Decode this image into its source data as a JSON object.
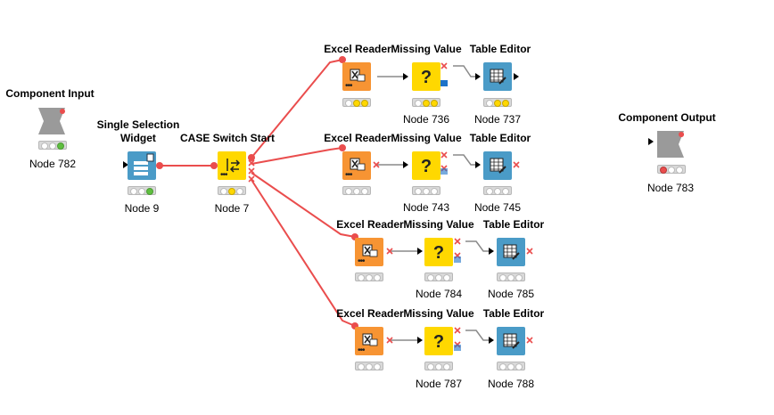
{
  "canvas": {
    "colors": {
      "flow_variable": "#ea4d4d",
      "data": "#8a8a8a",
      "orange": "#f79433",
      "yellow": "#ffd800",
      "blue": "#4a9bc7",
      "gray": "#9a9a9a"
    }
  },
  "nodes": {
    "component_input": {
      "title": "Component Input",
      "label": "Node 782",
      "status": [
        "off",
        "off",
        "green"
      ]
    },
    "single_selection": {
      "title_line1": "Single Selection",
      "title_line2": "Widget",
      "label": "Node 9",
      "status": [
        "off",
        "off",
        "green"
      ]
    },
    "case_switch": {
      "title": "CASE Switch Start",
      "label": "Node 7",
      "status": [
        "off",
        "yellow",
        "off"
      ]
    },
    "component_output": {
      "title": "Component Output",
      "label": "Node 783",
      "status": [
        "red",
        "off",
        "off"
      ]
    },
    "rows": [
      {
        "reader_title": "Excel Reader",
        "missing_title": "Missing Value",
        "editor_title": "Table Editor",
        "reader_label": "",
        "missing_label": "Node 736",
        "editor_label": "Node 737",
        "reader_status": [
          "off",
          "yellow",
          "yellow"
        ],
        "missing_status": [
          "off",
          "yellow",
          "yellow"
        ],
        "editor_status": [
          "off",
          "yellow",
          "yellow"
        ]
      },
      {
        "reader_title": "Excel Reader",
        "missing_title": "Missing Value",
        "editor_title": "Table Editor",
        "reader_label": "",
        "missing_label": "Node 743",
        "editor_label": "Node 745",
        "reader_status": [
          "off",
          "off",
          "off"
        ],
        "missing_status": [
          "off",
          "off",
          "off"
        ],
        "editor_status": [
          "off",
          "off",
          "off"
        ]
      },
      {
        "reader_title": "Excel Reader",
        "missing_title": "Missing Value",
        "editor_title": "Table Editor",
        "reader_label": "",
        "missing_label": "Node 784",
        "editor_label": "Node 785",
        "reader_status": [
          "off",
          "off",
          "off"
        ],
        "missing_status": [
          "off",
          "off",
          "off"
        ],
        "editor_status": [
          "off",
          "off",
          "off"
        ]
      },
      {
        "reader_title": "Excel Reader",
        "missing_title": "Missing Value",
        "editor_title": "Table Editor",
        "reader_label": "",
        "missing_label": "Node 787",
        "editor_label": "Node 788",
        "reader_status": [
          "off",
          "off",
          "off"
        ],
        "missing_status": [
          "off",
          "off",
          "off"
        ],
        "editor_status": [
          "off",
          "off",
          "off"
        ]
      }
    ]
  },
  "icons": {
    "reader": "excel-reader-icon",
    "missing": "question-mark-icon",
    "editor": "table-editor-icon",
    "switch": "switch-arrows-icon",
    "widget": "selection-widget-icon"
  }
}
